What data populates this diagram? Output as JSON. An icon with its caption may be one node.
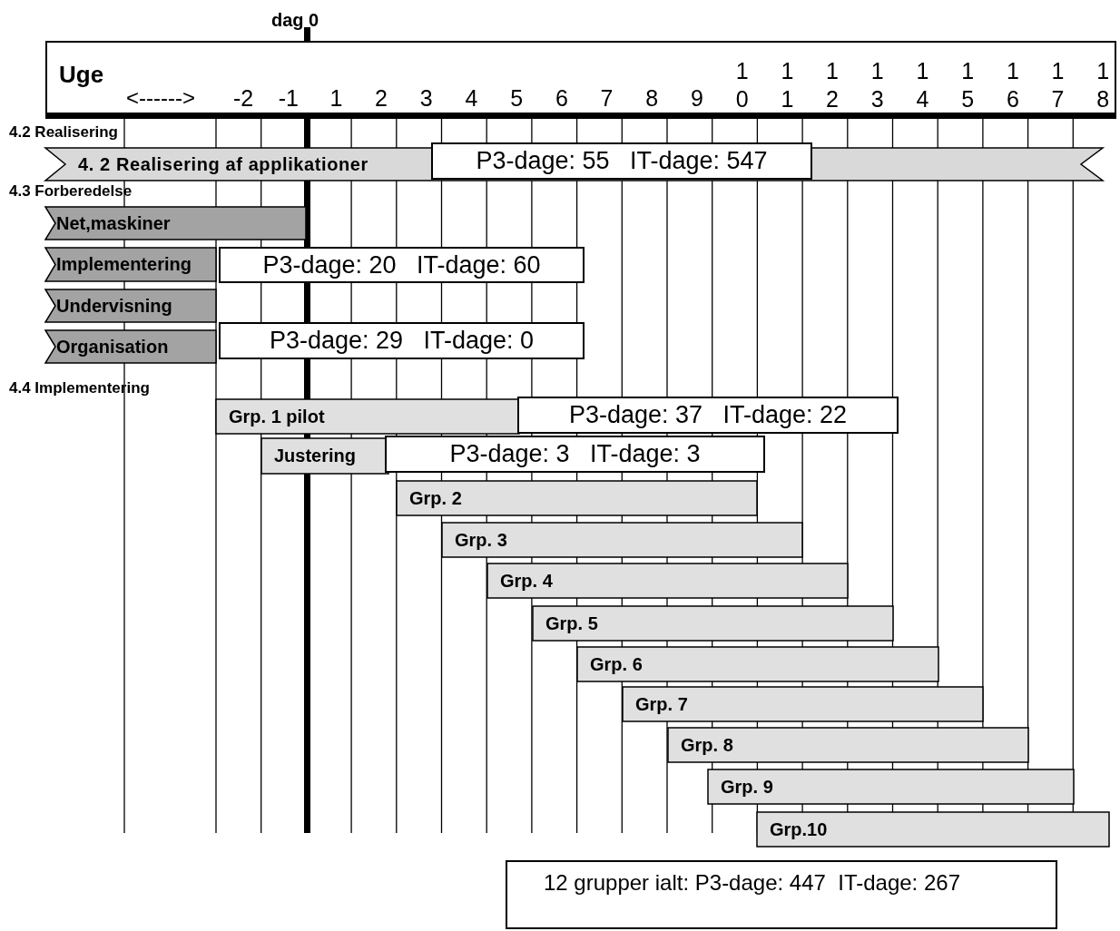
{
  "diagram": {
    "nodes": [
      {
        "text": [
          "Uge",
          "<------>",
          "-2",
          "-1",
          "1",
          "2",
          "3",
          "4",
          "5",
          "6",
          "7",
          "8",
          "9",
          "10",
          "11",
          "12",
          "13",
          "14",
          "15",
          "16",
          "17",
          "18"
        ]
      },
      {
        "text": [
          "4. 2 Realisering af applikationer"
        ]
      },
      {
        "text": [
          "P3-dage: 55   IT-dage: 547"
        ]
      },
      {
        "text": [
          "Net,maskiner"
        ]
      },
      {
        "text": [
          "Implementering"
        ]
      },
      {
        "text": [
          "P3-dage: 20   IT-dage: 60"
        ]
      },
      {
        "text": [
          "Undervisning"
        ]
      },
      {
        "text": [
          "Organisation"
        ]
      },
      {
        "text": [
          "P3-dage: 29   IT-dage: 0"
        ]
      },
      {
        "text": [
          "Grp. 1 pilot"
        ]
      },
      {
        "text": [
          "P3-dage: 37   IT-dage: 22"
        ]
      },
      {
        "text": [
          "Justering"
        ]
      },
      {
        "text": [
          "P3-dage: 3   IT-dage: 3"
        ]
      },
      {
        "text": [
          "Grp. 2"
        ]
      },
      {
        "text": [
          "Grp. 3"
        ]
      },
      {
        "text": [
          "Grp. 4"
        ]
      },
      {
        "text": [
          "Grp. 5"
        ]
      },
      {
        "text": [
          "Grp. 6"
        ]
      },
      {
        "text": [
          "Grp. 7"
        ]
      },
      {
        "text": [
          "Grp. 8"
        ]
      },
      {
        "text": [
          "Grp. 9"
        ]
      },
      {
        "text": [
          "Grp.10"
        ]
      },
      {
        "text": [
          "12 grupper ialt: P3-dage: 447  IT-dage: 267"
        ]
      }
    ],
    "labels": [
      "dag 0",
      "4.2 Realisering",
      "4.3 Forberedelse",
      "4.4 Implementering"
    ]
  }
}
